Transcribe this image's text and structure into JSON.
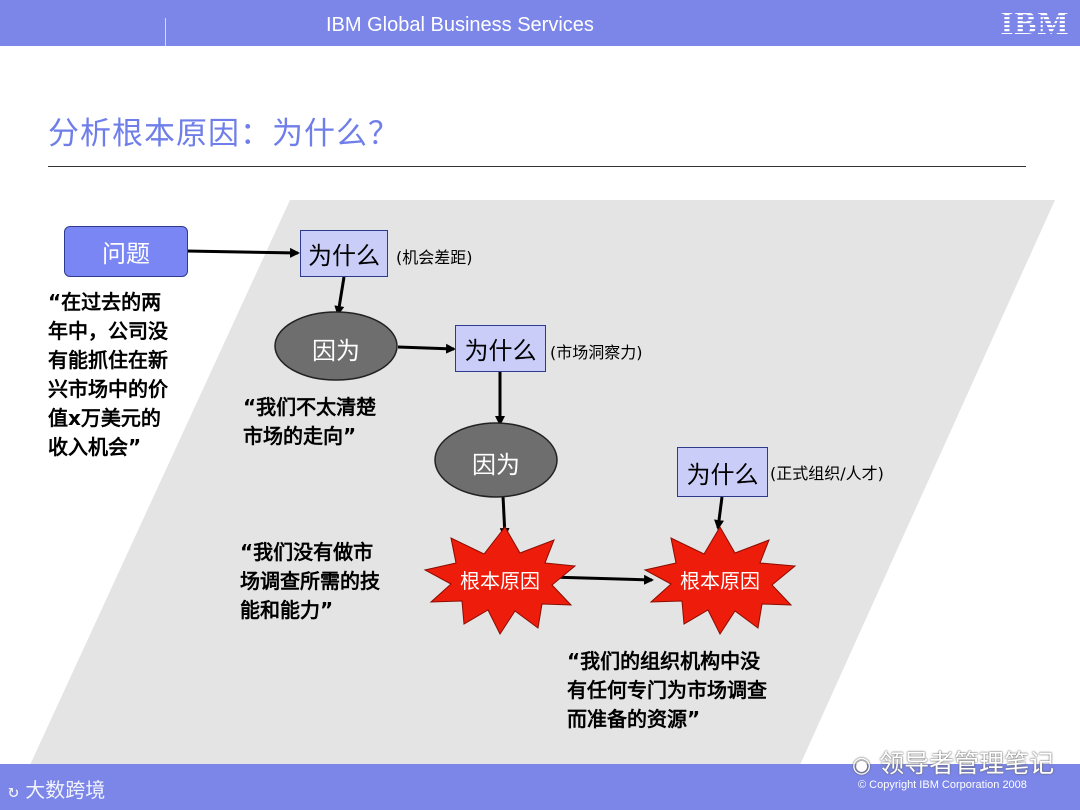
{
  "header": {
    "unit": "IBM Global Business Services",
    "logo_text": "IBM"
  },
  "slide_title": "分析根本原因：为什么？",
  "nodes": {
    "problem": "问题",
    "why1": "为什么",
    "why1_note": "(机会差距)",
    "because1": "因为",
    "why2": "为什么",
    "why2_note": "(市场洞察力)",
    "because2": "因为",
    "why3": "为什么",
    "why3_note": "(正式组织/人才)",
    "root1": "根本原因",
    "root2": "根本原因"
  },
  "quotes": {
    "problem": [
      "“在过去的两",
      "年中，公司没",
      "有能抓住在新",
      "兴市场中的价",
      "值x万美元的",
      "收入机会”"
    ],
    "because1": [
      "“我们不太清楚",
      "市场的走向”"
    ],
    "root1": [
      "“我们没有做市",
      "场调查所需的技",
      "能和能力”"
    ],
    "root2": [
      "“我们的组织机构中没",
      "有任何专门为市场调查",
      "而准备的资源”"
    ]
  },
  "footer": {
    "copyright": "© Copyright IBM Corporation 2008",
    "watermark_left": "大数跨境",
    "watermark_right": "领导者管理笔记"
  },
  "colors": {
    "bar": "#7b86e8",
    "title": "#6f7ee8",
    "box_fill": "#c9cdf8",
    "problem_fill": "#7986f3",
    "oval_fill": "#6e6e6e",
    "burst_fill": "#ee1c0a",
    "band": "#e4e4e4"
  }
}
